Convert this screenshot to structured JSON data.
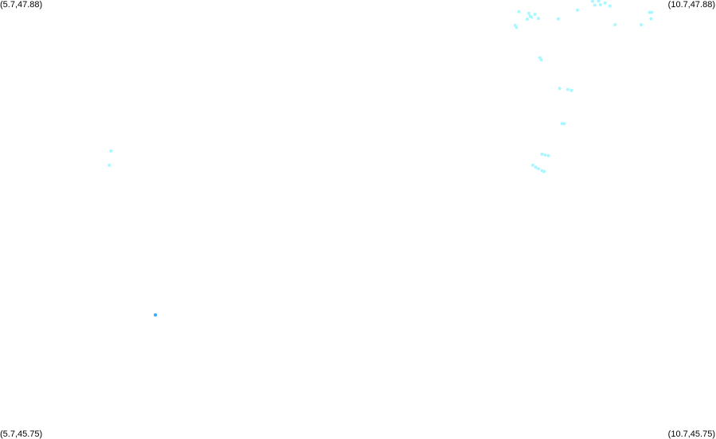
{
  "map": {
    "corners": {
      "top_left": "(5.7,47.88)",
      "top_right": "(10.7,47.88)",
      "bottom_left": "(5.7,45.75)",
      "bottom_right": "(10.7,45.75)"
    },
    "bounds": {
      "lon_min": 5.7,
      "lon_max": 10.7,
      "lat_min": 45.75,
      "lat_max": 47.88
    },
    "colors": {
      "background": "#ffffff",
      "light_features": "#aaf8ff",
      "dark_features": "#33aaff"
    },
    "light_features": [
      {
        "lon": 9.838,
        "lat": 47.874
      },
      {
        "lon": 9.88,
        "lat": 47.875
      },
      {
        "lon": 9.925,
        "lat": 47.866
      },
      {
        "lon": 9.853,
        "lat": 47.855
      },
      {
        "lon": 9.893,
        "lat": 47.857
      },
      {
        "lon": 9.96,
        "lat": 47.851
      },
      {
        "lon": 10.236,
        "lat": 47.82
      },
      {
        "lon": 10.252,
        "lat": 47.82
      },
      {
        "lon": 9.732,
        "lat": 47.831
      },
      {
        "lon": 10.246,
        "lat": 47.789
      },
      {
        "lon": 9.323,
        "lat": 47.823
      },
      {
        "lon": 9.393,
        "lat": 47.815
      },
      {
        "lon": 9.435,
        "lat": 47.81
      },
      {
        "lon": 9.402,
        "lat": 47.801
      },
      {
        "lon": 9.46,
        "lat": 47.79
      },
      {
        "lon": 9.41,
        "lat": 47.797
      },
      {
        "lon": 9.382,
        "lat": 47.787
      },
      {
        "lon": 9.598,
        "lat": 47.788
      },
      {
        "lon": 9.995,
        "lat": 47.76
      },
      {
        "lon": 10.178,
        "lat": 47.76
      },
      {
        "lon": 9.297,
        "lat": 47.757
      },
      {
        "lon": 9.307,
        "lat": 47.747
      },
      {
        "lon": 9.47,
        "lat": 47.6
      },
      {
        "lon": 9.48,
        "lat": 47.59
      },
      {
        "lon": 9.608,
        "lat": 47.451
      },
      {
        "lon": 9.665,
        "lat": 47.446
      },
      {
        "lon": 9.69,
        "lat": 47.441
      },
      {
        "lon": 9.625,
        "lat": 47.28
      },
      {
        "lon": 9.64,
        "lat": 47.28
      },
      {
        "lon": 9.485,
        "lat": 47.132
      },
      {
        "lon": 9.507,
        "lat": 47.128
      },
      {
        "lon": 9.53,
        "lat": 47.125
      },
      {
        "lon": 9.42,
        "lat": 47.079
      },
      {
        "lon": 9.44,
        "lat": 47.069
      },
      {
        "lon": 9.46,
        "lat": 47.061
      },
      {
        "lon": 9.485,
        "lat": 47.052
      },
      {
        "lon": 9.5,
        "lat": 47.048
      },
      {
        "lon": 6.475,
        "lat": 47.148
      },
      {
        "lon": 6.463,
        "lat": 47.078
      }
    ],
    "dark_features": [
      {
        "lon": 6.785,
        "lat": 46.352
      }
    ]
  }
}
